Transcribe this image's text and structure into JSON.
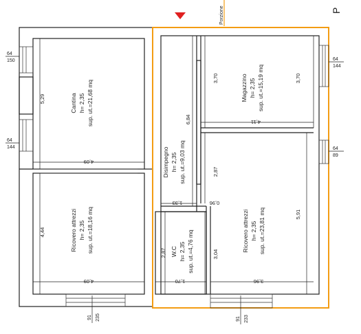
{
  "header": {
    "porzione_label": "Porzione",
    "corner_letter": "P"
  },
  "colors": {
    "highlight_border": "#f39c12",
    "marker": "#e02020",
    "walls": "#222222"
  },
  "rooms": {
    "cantina": {
      "name": "Cantina",
      "height": "h= 2,35",
      "area": "sup. ut.=21,68 mq"
    },
    "ricovero_left": {
      "name": "Ricovero attrezzi",
      "height": "h= 2,35",
      "area": "sup. ut.=18,16 mq"
    },
    "disimpegno": {
      "name": "Disimpegno",
      "height": "h= 2,35",
      "area": "sup. ut.=9,03 mq"
    },
    "magazzino": {
      "name": "Magazzino",
      "height": "h= 2,35",
      "area": "sup. ut.=15,19 mq"
    },
    "wc": {
      "name": "W.C",
      "height": "h= 2,35",
      "area": "sup. ut.=4,76 mq"
    },
    "ricovero_right": {
      "name": "Ricovero attrezzi",
      "height": "h= 2,35",
      "area": "sup. ut.=23,81 mq"
    }
  },
  "dimensions": {
    "cantina_height": "5,29",
    "cantina_width": "4,09",
    "ricovero_left_height": "4,44",
    "ricovero_left_width": "4,09",
    "disimpegno_height": "6,84",
    "magazzino_height_left": "3,70",
    "magazzino_height_right": "3,70",
    "magazzino_width": "4,11",
    "ricovero_right_height_a": "2,87",
    "ricovero_right_height_b": "3,04",
    "ricovero_right_height_c": "5,91",
    "ricovero_right_width": "3,96",
    "wc_height": "2,87",
    "wc_width": "1,70",
    "corridor_width": "1,33",
    "door_width": "0,96"
  },
  "windows": {
    "left_top": {
      "top": "64",
      "bottom": "150"
    },
    "left_mid": {
      "top": "64",
      "bottom": "144"
    },
    "right_top": {
      "top": "64",
      "bottom": "144"
    },
    "right_mid": {
      "top": "64",
      "bottom": "89"
    },
    "bottom_left": {
      "top": "91",
      "bottom": "235"
    },
    "bottom_right": {
      "top": "91",
      "bottom": "233"
    }
  }
}
